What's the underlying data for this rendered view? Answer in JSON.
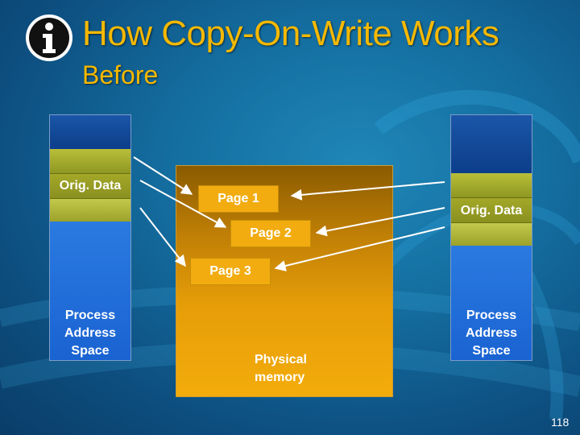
{
  "slide": {
    "title": "How Copy-On-Write Works",
    "subtitle": "Before",
    "slide_number": "118",
    "icon": "info-icon"
  },
  "left_process": {
    "data_label": "Orig. Data",
    "space_label": "Process\nAddress\nSpace"
  },
  "right_process": {
    "data_label": "Orig. Data",
    "space_label": "Process\nAddress\nSpace"
  },
  "physical_memory": {
    "label": "Physical\nmemory",
    "pages": [
      "Page 1",
      "Page 2",
      "Page 3"
    ]
  },
  "colors": {
    "title": "#f5b800",
    "process_space": "#1f6fdc",
    "orig_data": "#9aa025",
    "physical_memory": "#f3ac0b",
    "page": "#f2ac10",
    "background": "#146d9f"
  }
}
